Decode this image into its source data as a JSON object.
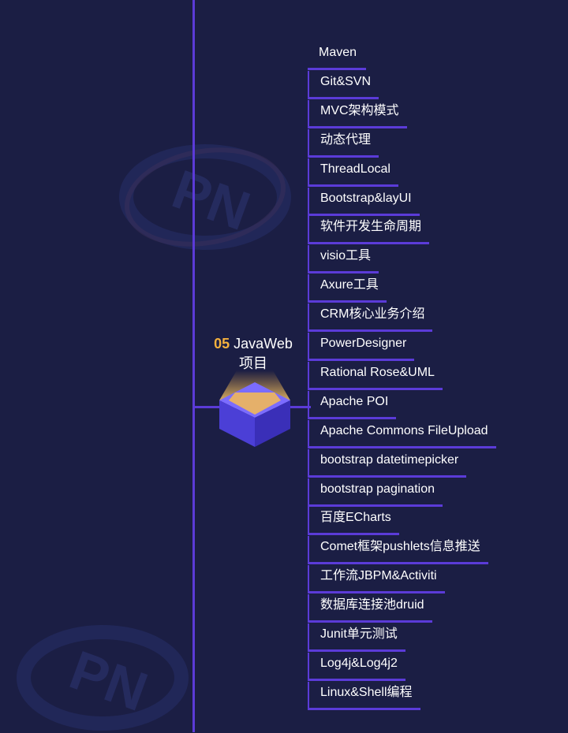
{
  "node": {
    "number": "05",
    "title": "JavaWeb",
    "subtitle": "项目"
  },
  "colors": {
    "background": "#1b1e44",
    "line": "#5b3bd8",
    "accent": "#f5b13d",
    "cube_top": "#6a5cf5",
    "cube_left": "#4b3fd6",
    "cube_right": "#3a2fb8"
  },
  "icons": {
    "node_icon": "cube-icon",
    "watermark": "pn-logo-icon"
  },
  "items": [
    "Maven",
    "Git&SVN",
    "MVC架构模式",
    "动态代理",
    "ThreadLocal",
    "Bootstrap&layUI",
    "软件开发生命周期",
    "visio工具",
    "Axure工具",
    "CRM核心业务介绍",
    "PowerDesigner",
    "Rational Rose&UML",
    "Apache POI",
    "Apache Commons FileUpload",
    "bootstrap datetimepicker",
    "bootstrap pagination",
    "百度ECharts",
    "Comet框架pushlets信息推送",
    "工作流JBPM&Activiti",
    "数据库连接池druid",
    "Junit单元测试",
    "Log4j&Log4j2",
    "Linux&Shell编程"
  ]
}
